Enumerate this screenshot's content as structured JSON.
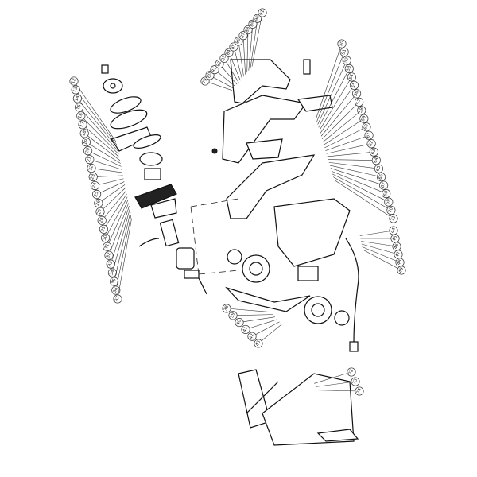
{
  "diagram": {
    "title": "Exploded parts diagram",
    "groups": {
      "left_column": [
        "12",
        "13",
        "14",
        "15",
        "16",
        "17",
        "18",
        "19",
        "20",
        "21",
        "22",
        "23",
        "24",
        "25",
        "26",
        "27",
        "28",
        "29",
        "30",
        "31",
        "32",
        "33",
        "34",
        "35",
        "36",
        "37"
      ],
      "top_column": [
        "79",
        "80",
        "81",
        "82",
        "83",
        "84",
        "85",
        "86",
        "87",
        "88",
        "89",
        "90",
        "91"
      ],
      "right_column": [
        "50",
        "51",
        "52",
        "53",
        "54",
        "55",
        "56",
        "57",
        "58",
        "59",
        "60",
        "61",
        "62",
        "63",
        "64",
        "65",
        "66",
        "67",
        "68",
        "69",
        "70",
        "71"
      ],
      "lower_right_column": [
        "44",
        "45",
        "46",
        "47",
        "48",
        "49"
      ],
      "lower_left_column": [
        "38",
        "39",
        "40",
        "41",
        "42",
        "43"
      ],
      "bottom_column": [
        "72",
        "73",
        "74"
      ]
    }
  }
}
